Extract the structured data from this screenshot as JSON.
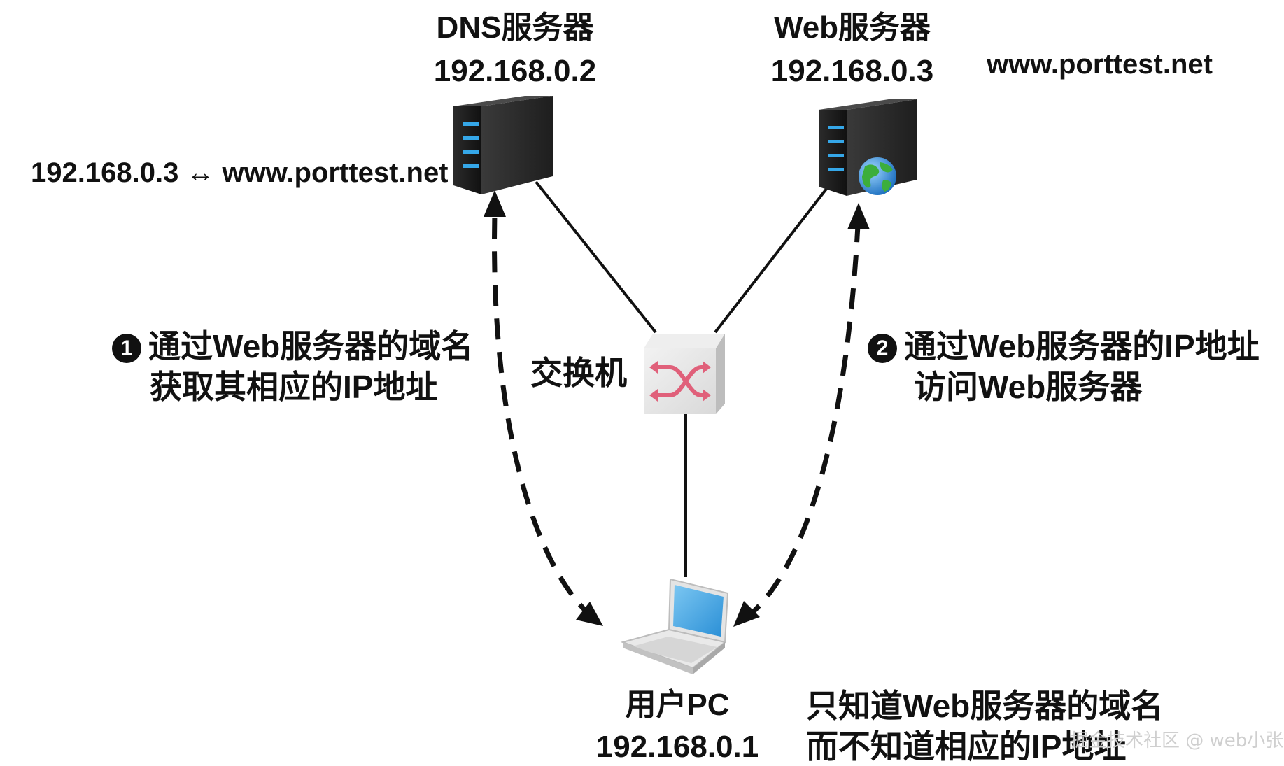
{
  "dns": {
    "title": "DNS服务器",
    "ip": "192.168.0.2",
    "record": "192.168.0.3 ↔ www.porttest.net"
  },
  "web": {
    "title": "Web服务器",
    "ip": "192.168.0.3",
    "domain": "www.porttest.net"
  },
  "switch": {
    "label": "交换机"
  },
  "pc": {
    "title": "用户PC",
    "ip": "192.168.0.1"
  },
  "step1": {
    "badge": "1",
    "line1": "通过Web服务器的域名",
    "line2": "获取其相应的IP地址"
  },
  "step2": {
    "badge": "2",
    "line1": "通过Web服务器的IP地址",
    "line2": "访问Web服务器"
  },
  "note": {
    "line1": "只知道Web服务器的域名",
    "line2": "而不知道相应的IP地址"
  },
  "watermark": "掘金技术社区 @ web小张"
}
